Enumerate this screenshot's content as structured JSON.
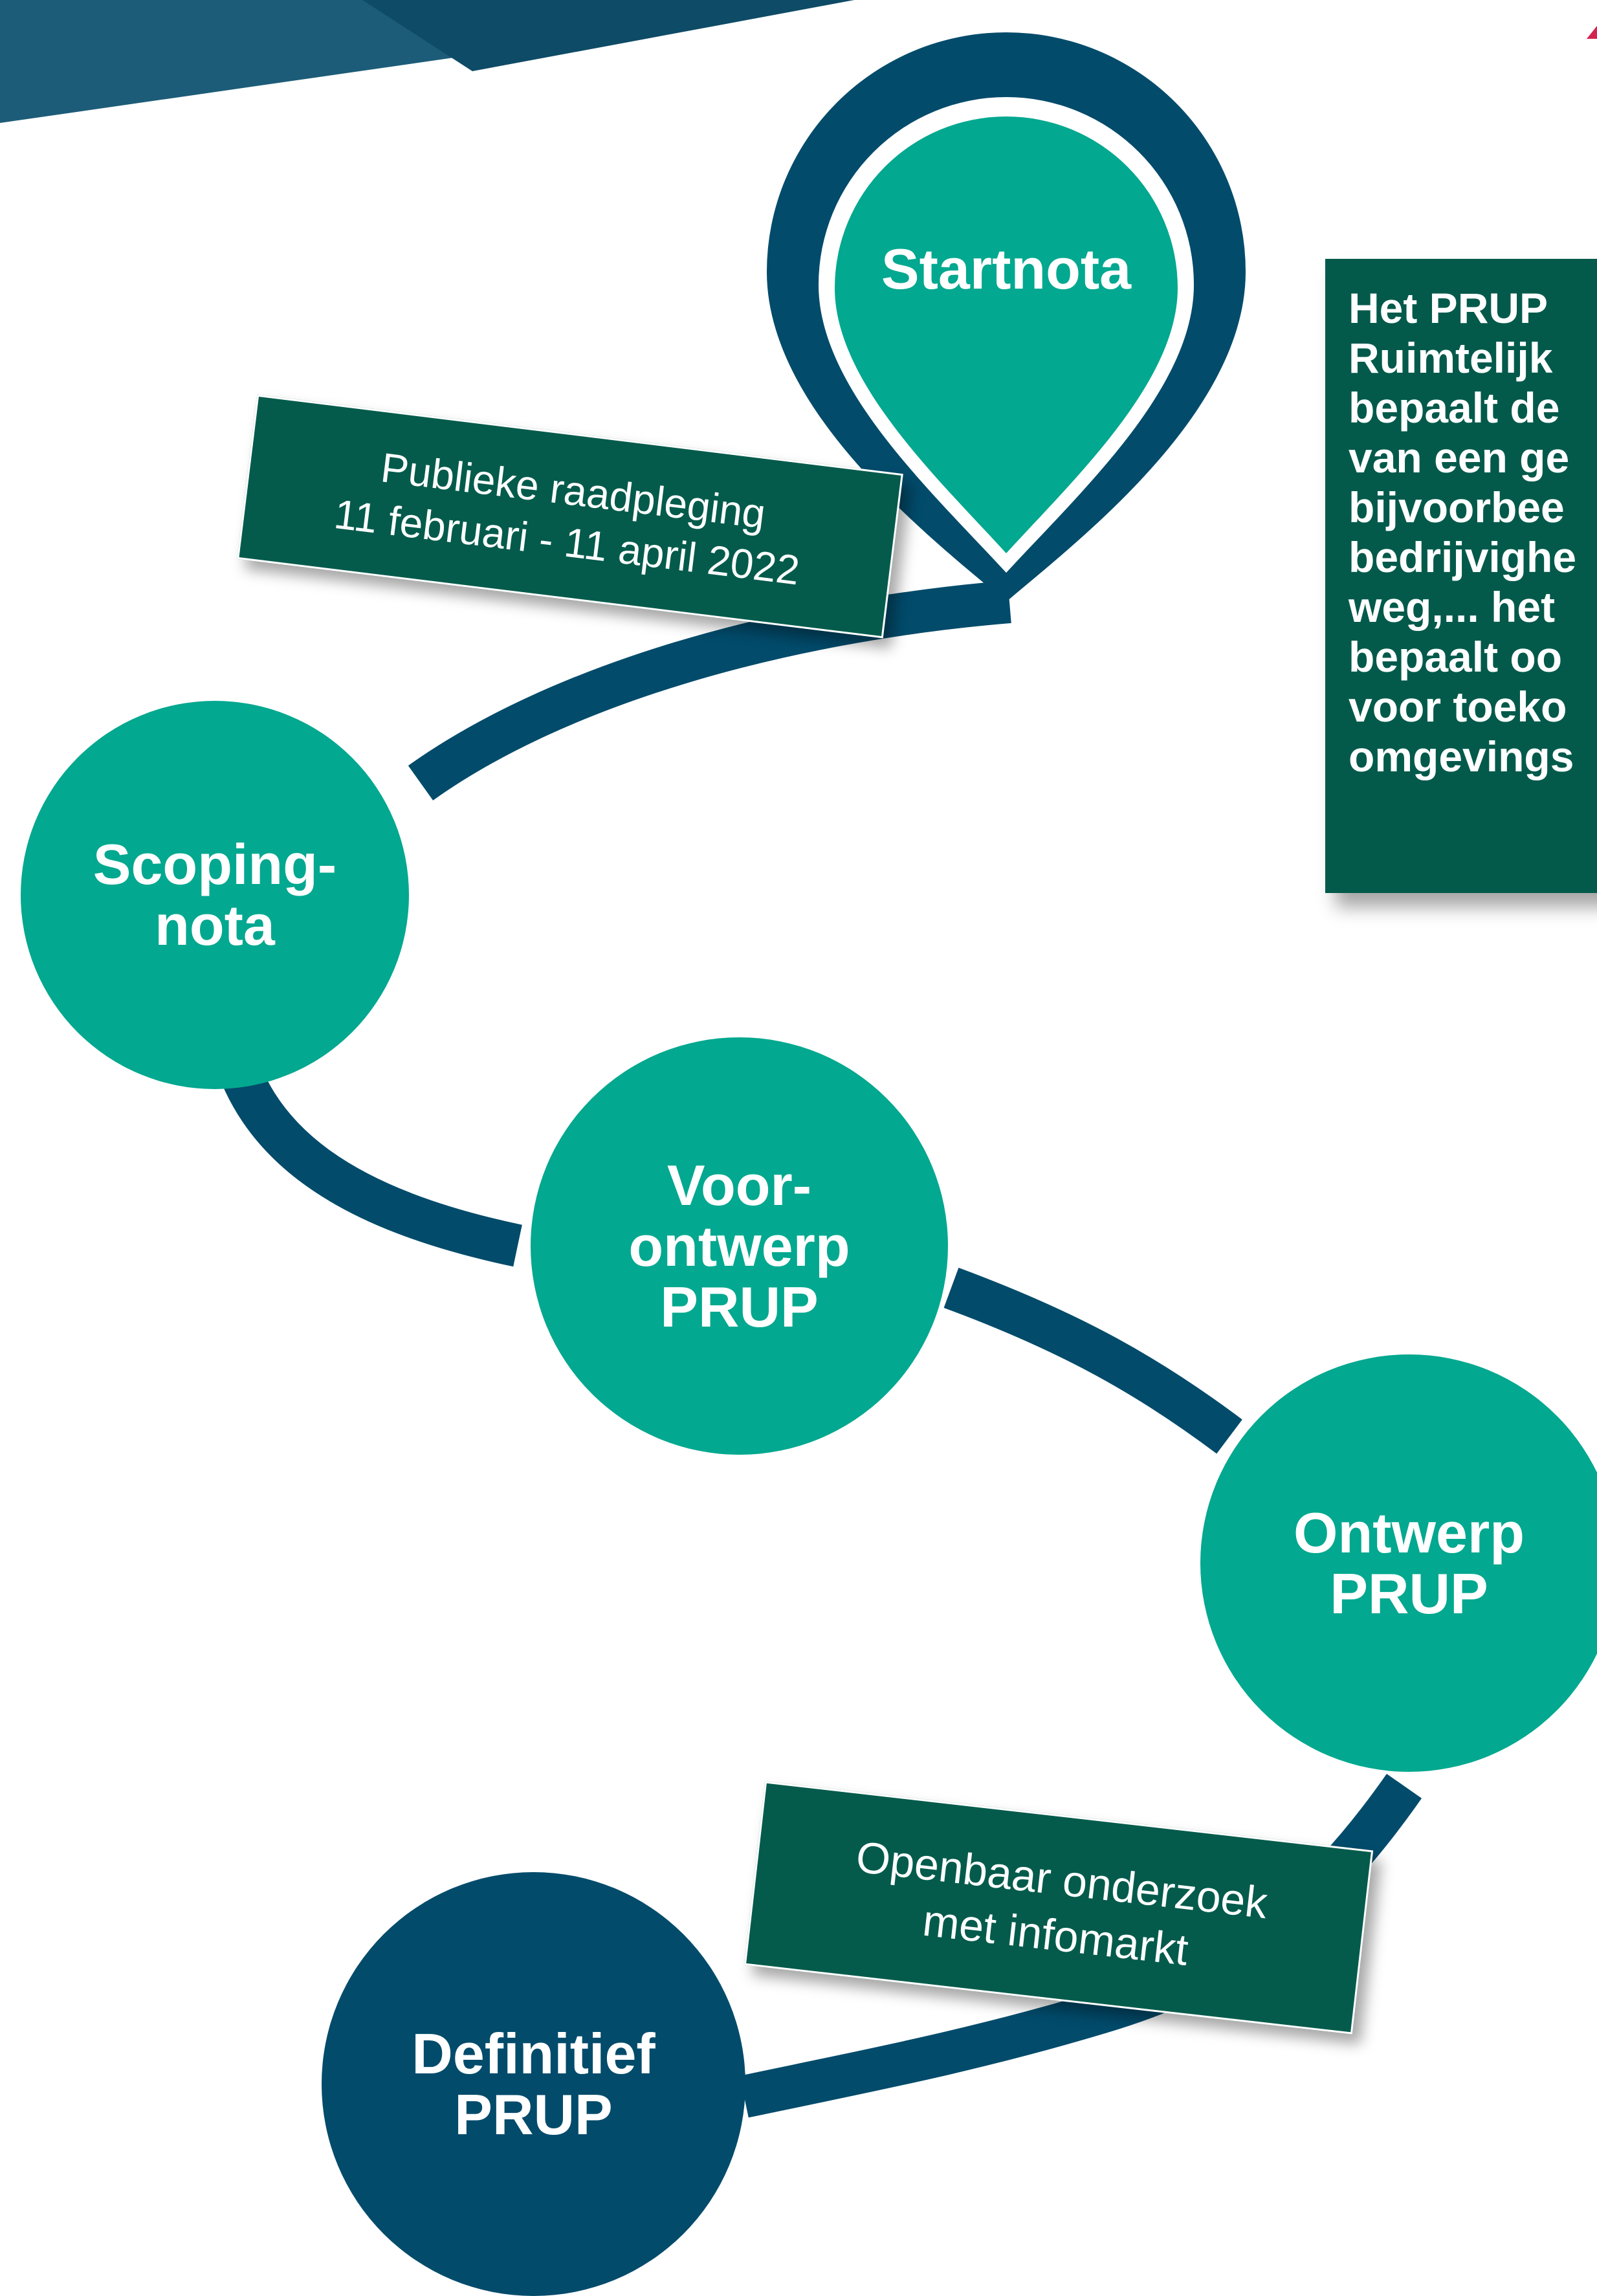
{
  "colors": {
    "teal": "#02a88f",
    "navy": "#024b6b",
    "dark_green": "#045b4c",
    "band": "#1c5c78",
    "accent": "#d4234e"
  },
  "start_pin": {
    "label": "Startnota"
  },
  "nodes": {
    "scoping": {
      "line1": "Scoping-",
      "line2": "nota"
    },
    "voorontwerp": {
      "line1": "Voor-",
      "line2": "ontwerp",
      "line3": "PRUP"
    },
    "ontwerp": {
      "line1": "Ontwerp",
      "line2": "PRUP"
    },
    "definitief": {
      "line1": "Definitief",
      "line2": "PRUP"
    }
  },
  "notes": {
    "raadpleging": {
      "line1": "Publieke raadpleging",
      "line2": "11 februari - 11 april 2022"
    },
    "onderzoek": {
      "line1": "Openbaar onderzoek",
      "line2": "met infomarkt"
    }
  },
  "info_box": {
    "lines": [
      "Het PRUP",
      "Ruimtelijk",
      "bepaalt de",
      "van een ge",
      "bijvoorbee",
      "bedrijvighe",
      "weg,... het",
      "bepaalt oo",
      "voor toeko",
      "omgevings"
    ]
  }
}
